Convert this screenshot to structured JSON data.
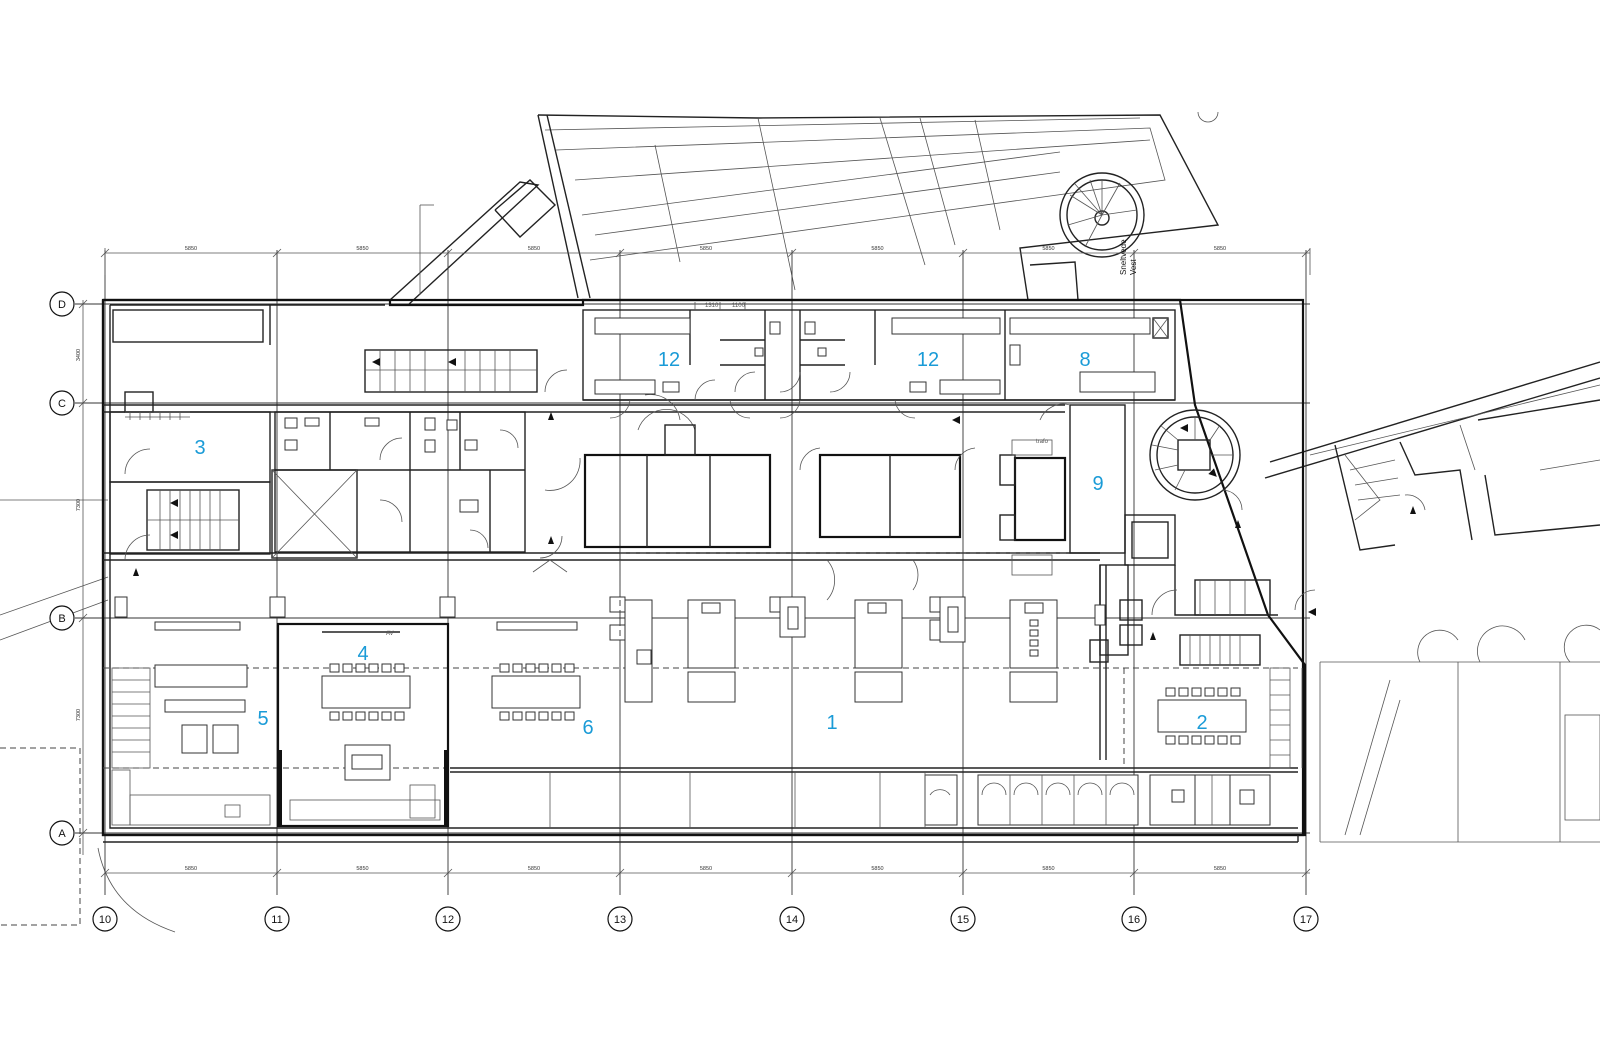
{
  "rooms": [
    {
      "label": "1"
    },
    {
      "label": "2"
    },
    {
      "label": "3"
    },
    {
      "label": "4"
    },
    {
      "label": "5"
    },
    {
      "label": "6"
    },
    {
      "label": "8"
    },
    {
      "label": "9"
    },
    {
      "label": "12"
    },
    {
      "label": "12"
    }
  ],
  "grid_columns": [
    "10",
    "11",
    "12",
    "13",
    "14",
    "15",
    "16",
    "17"
  ],
  "grid_rows": [
    "D",
    "C",
    "B",
    "A"
  ],
  "dimensions": {
    "bay": "5850",
    "row_dc": "3400",
    "row_cb": "7300",
    "row_ba": "7300"
  },
  "street": {
    "line1": "Sneltvede",
    "line2": "Vest"
  },
  "small_labels": {
    "av": "AV",
    "trafo": "trafo",
    "d1": "1310",
    "d2": "1100"
  },
  "colors": {
    "room_number": "#1a9bd7",
    "lines": "#222222"
  }
}
